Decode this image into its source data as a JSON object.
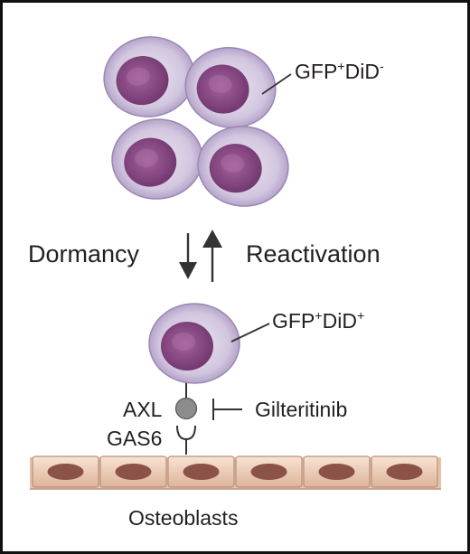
{
  "labels": {
    "cells_top": {
      "base1": "GFP",
      "sup1": "+",
      "base2": "DiD",
      "sup2": "-"
    },
    "cell_single": {
      "base1": "GFP",
      "sup1": "+",
      "base2": "DiD",
      "sup2": "+"
    },
    "dormancy": "Dormancy",
    "reactivation": "Reactivation",
    "axl": "AXL",
    "gas6": "GAS6",
    "inhibitor": "Gilteritinib",
    "osteoblasts": "Osteoblasts"
  },
  "colors": {
    "cytoplasm": "#cfc3dc",
    "nucleus": "#8e4d8a",
    "receptor": "#8c8c8c",
    "osteoblast_fill": "#f3d7c4",
    "osteoblast_nucleus": "#8b5247",
    "line": "#333333"
  }
}
